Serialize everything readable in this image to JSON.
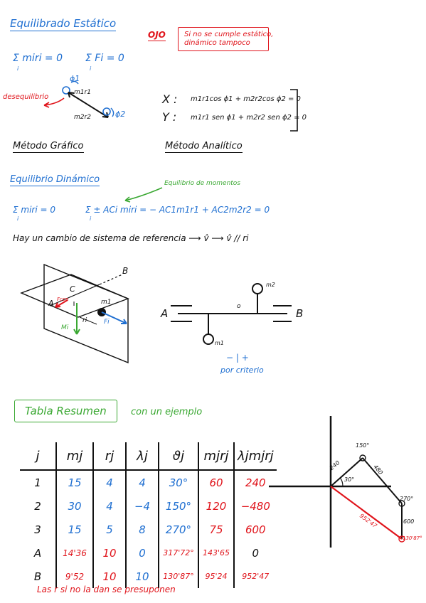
{
  "top": {
    "title": "Equilibrado Estático",
    "ojo_label": "OJO",
    "ojo_note_line1": "Si no se cumple estático,",
    "ojo_note_line2": "dinámico tampoco",
    "eq1": "Σ miri = 0",
    "eq2": "Σ Fi = 0",
    "eq_index": "i",
    "desequilibrio": "desequilibrio",
    "label_phi1": "ϕ1",
    "label_miri": "m1r1",
    "label_phi2": "ϕ2",
    "label_m2r2": "m2r2",
    "x_axis": "X :",
    "x_eq": "m1r1cos ϕ1 + m2r2cos ϕ2 = 0",
    "y_axis": "Y :",
    "y_eq": "m1r1 sen ϕ1 + m2r2 sen ϕ2 = 0",
    "metodo_grafico": "Método Gráfico",
    "metodo_analitico": "Método Analítico"
  },
  "dynamic": {
    "title": "Equilibrio Dinámico",
    "momentos_note": "Equilibrio de momentos",
    "eq1": "Σ miri = 0",
    "eq2": "Σ ± ACi miri = − AC1m1r1 + AC2m2r2 = 0",
    "eq_index": "i",
    "cambio": "Hay un cambio de sistema de referencia ⟶ v̂ ⟶ v̂ // ri"
  },
  "diagram3d": {
    "B": "B",
    "C": "C",
    "A": "A",
    "m1": "m1",
    "Fcent": "Fcen",
    "Mi": "Mi",
    "ri": "ri",
    "Fi": "Fi"
  },
  "shaft": {
    "A": "A",
    "B": "B",
    "o": "o",
    "m1": "m1",
    "m2": "m2",
    "sign": "−  |  +",
    "criterio": "por criterio"
  },
  "summary": {
    "title": "Tabla Resumen",
    "subtitle": "con un ejemplo",
    "headers": [
      "j",
      "mj",
      "rj",
      "λj",
      "ϑj",
      "mjrj",
      "λjmjrj"
    ],
    "rows": [
      [
        "1",
        "15",
        "4",
        "4",
        "30°",
        "60",
        "240"
      ],
      [
        "2",
        "30",
        "4",
        "−4",
        "150°",
        "120",
        "−480"
      ],
      [
        "3",
        "15",
        "5",
        "8",
        "270°",
        "75",
        "600"
      ],
      [
        "A",
        "14'36",
        "10",
        "0",
        "317'72°",
        "143'65",
        "0"
      ],
      [
        "B",
        "9'52",
        "10",
        "10",
        "130'87°",
        "95'24",
        "952'47"
      ]
    ],
    "footer": "Las r si no la dan se presuponen"
  },
  "polygon": {
    "label_240": "240",
    "label_30": "30°",
    "label_150": "150°",
    "label_480": "480",
    "label_270": "270°",
    "label_600": "600",
    "label_952": "952'47",
    "label_130": "130'87°"
  },
  "colors": {
    "blue": "#1f6fd1",
    "red": "#e0141b",
    "green": "#3aa832",
    "black": "#111111"
  }
}
